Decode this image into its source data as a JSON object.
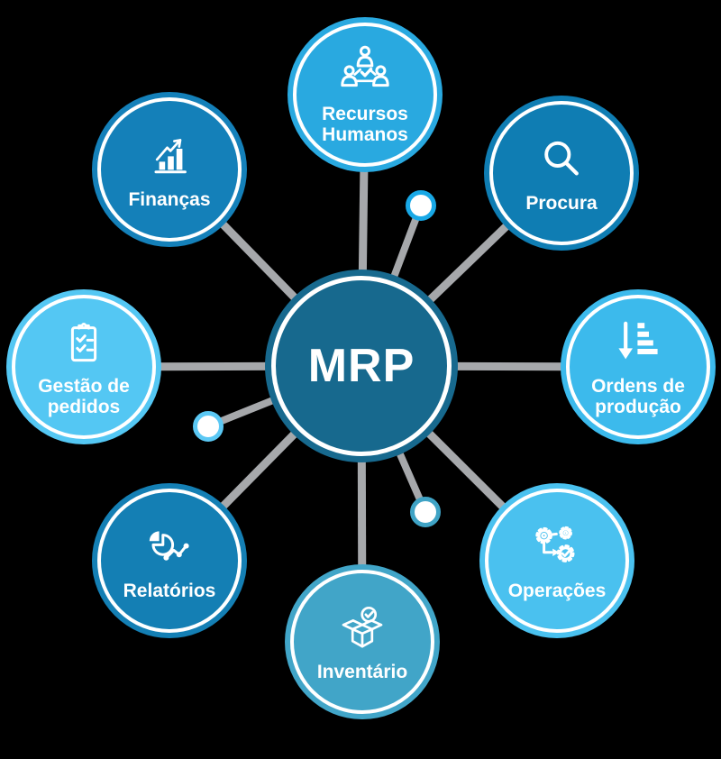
{
  "background_color": "#000000",
  "center": {
    "label": "MRP",
    "fill": "#17698e",
    "ring_color": "#ffffff"
  },
  "connector": {
    "color": "#a6a8ab"
  },
  "nodes": [
    {
      "id": "recursos-humanos",
      "lines": [
        "Recursos",
        "Humanos"
      ],
      "fill": "#29a9e0",
      "icon": "team-check-icon"
    },
    {
      "id": "procura",
      "lines": [
        "Procura"
      ],
      "fill": "#0f7db3",
      "icon": "magnifier-icon"
    },
    {
      "id": "ordens-de-producao",
      "lines": [
        "Ordens de",
        "produção"
      ],
      "fill": "#3cbaec",
      "icon": "sort-descending-icon"
    },
    {
      "id": "operacoes",
      "lines": [
        "Operações"
      ],
      "fill": "#4ac1ef",
      "icon": "gears-workflow-icon"
    },
    {
      "id": "inventario",
      "lines": [
        "Inventário"
      ],
      "fill": "#41a5c8",
      "icon": "open-box-check-icon"
    },
    {
      "id": "relatorios",
      "lines": [
        "Relatórios"
      ],
      "fill": "#147fb4",
      "icon": "pie-line-chart-icon"
    },
    {
      "id": "gestao-de-pedidos",
      "lines": [
        "Gestão de",
        "pedidos"
      ],
      "fill": "#54c7f3",
      "icon": "clipboard-checklist-icon"
    },
    {
      "id": "financas",
      "lines": [
        "Finanças"
      ],
      "fill": "#1480b9",
      "icon": "bar-growth-icon"
    }
  ],
  "dots": [
    {
      "position": "upper-right",
      "ring": "#18a8e6",
      "fill": "#ffffff"
    },
    {
      "position": "left",
      "ring": "#5bc8f4",
      "fill": "#ffffff"
    },
    {
      "position": "lower-right",
      "ring": "#3fa3c5",
      "fill": "#ffffff"
    }
  ]
}
